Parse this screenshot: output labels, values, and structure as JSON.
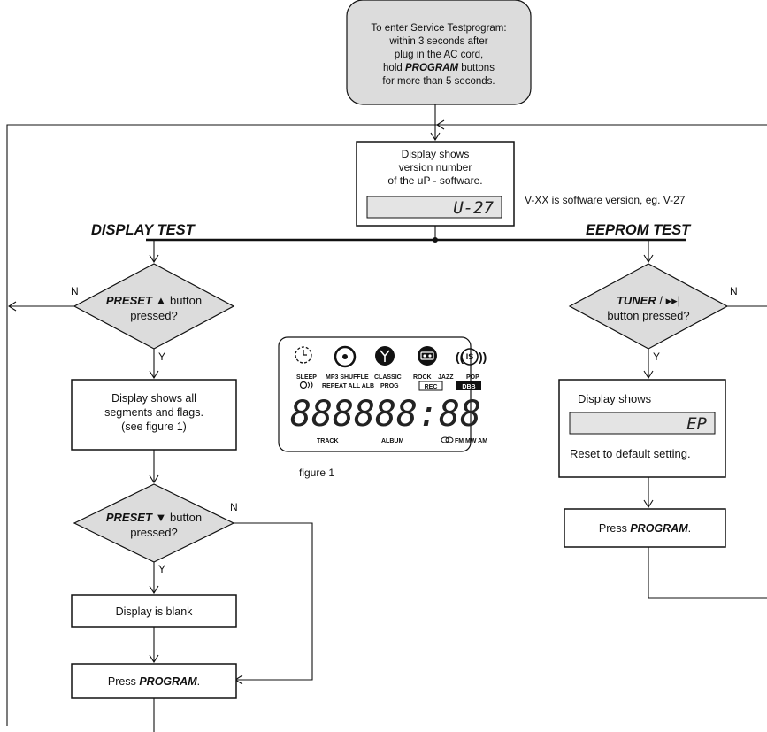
{
  "start": {
    "line1": "To enter Service Testprogram:",
    "line2": "within 3 seconds after",
    "line3": "plug in the AC cord,",
    "line4_pre": "hold ",
    "line4_bold": "PROGRAM",
    "line4_post": " buttons",
    "line5": "for more than 5 seconds."
  },
  "version_box": {
    "line1": "Display shows",
    "line2": "version number",
    "line3": "of the uP - software.",
    "display": "U-27",
    "note": "V-XX is software version, eg. V-27"
  },
  "sections": {
    "display_test": "DISPLAY TEST",
    "eeprom_test": "EEPROM TEST"
  },
  "display_test": {
    "d1_bold": "PRESET",
    "d1_rest": " ▲ button",
    "d1_line2": "pressed?",
    "box1_line1": "Display shows all",
    "box1_line2": "segments and flags.",
    "box1_line3": "(see figure 1)",
    "d2_bold": "PRESET",
    "d2_rest": " ▼ button",
    "d2_line2": "pressed?",
    "box2": "Display is blank",
    "box3_pre": "Press ",
    "box3_bold": "PROGRAM",
    "box3_post": "."
  },
  "eeprom_test": {
    "d1_bold": "TUNER",
    "d1_rest": " / ▸▸|",
    "d1_line2": "button pressed?",
    "box1_line1": "Display shows",
    "box1_display": "EP",
    "box1_line2": "Reset to default setting.",
    "box2_pre": "Press ",
    "box2_bold": "PROGRAM",
    "box2_post": "."
  },
  "branch_labels": {
    "yes": "Y",
    "no": "N"
  },
  "figure1": {
    "caption": "figure 1",
    "labels": {
      "sleep": "SLEEP",
      "mp3_shuffle": "MP3 SHUFFLE",
      "classic": "CLASSIC",
      "rock": "ROCK",
      "jazz": "JAZZ",
      "pop": "POP",
      "repeat": "REPEAT ALL ALB",
      "prog": "PROG",
      "rec": "REC",
      "dbb": "DBB",
      "track": "TRACK",
      "album": "ALBUM",
      "band": "FM MW AM",
      "is": "IS"
    },
    "segments": "888888:88"
  }
}
